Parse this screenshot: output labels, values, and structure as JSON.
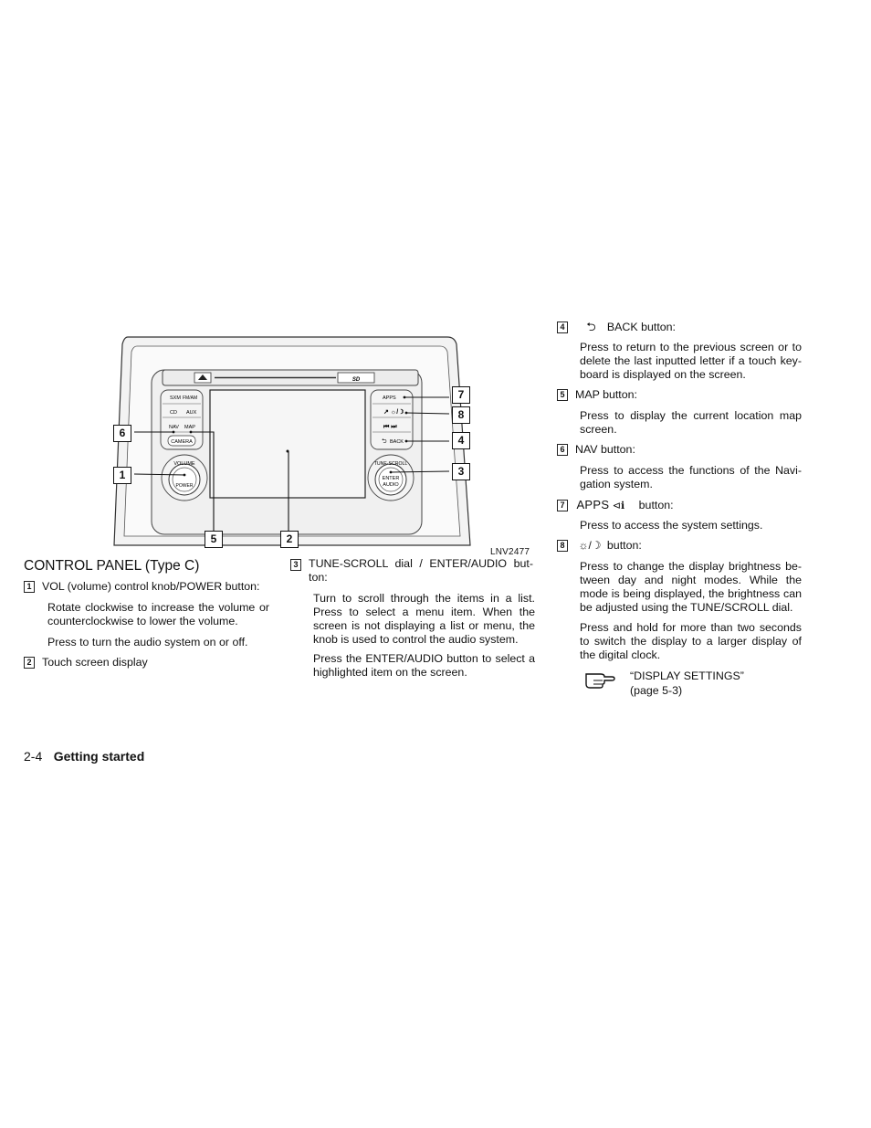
{
  "figure": {
    "code": "LNV2477",
    "callouts": [
      "1",
      "2",
      "3",
      "4",
      "5",
      "6",
      "7",
      "8"
    ],
    "panel_labels": {
      "sxm": "SXM",
      "fmam": "FM/AM",
      "cd": "CD",
      "aux": "AUX",
      "nav": "NAV",
      "map": "MAP",
      "camera": "CAMERA",
      "volume": "VOLUME",
      "power": "POWER",
      "apps": "APPS",
      "back": "BACK",
      "tune_scroll": "TUNE·SCROLL",
      "enter": "ENTER",
      "audio": "AUDIO",
      "sd": "SD"
    }
  },
  "section_title": "CONTROL PANEL (Type C)",
  "items": {
    "i1": {
      "num": "1",
      "head": "VOL (volume) control knob/POWER button:",
      "p1": "Rotate clockwise to increase the volume or counterclockwise to lower the volume.",
      "p2": "Press to turn the audio system on or off."
    },
    "i2": {
      "num": "2",
      "head": "Touch screen display"
    },
    "i3": {
      "num": "3",
      "head": "TUNE-SCROLL dial / ENTER/AUDIO but-ton:",
      "p1": "Turn to scroll through the items in a list. Press to select a menu item. When the screen is not displaying a list or menu, the knob is used to control the audio system.",
      "p2": "Press the ENTER/AUDIO button to select a highlighted item on the screen."
    },
    "i4": {
      "num": "4",
      "head": "BACK button:",
      "p1": "Press to return to the previous screen or to delete the last inputted letter if a touch key-board is displayed on the screen."
    },
    "i5": {
      "num": "5",
      "head": "MAP button:",
      "p1": "Press to display the current location map screen."
    },
    "i6": {
      "num": "6",
      "head": "NAV button:",
      "p1": "Press to access the functions of the Navi-gation system."
    },
    "i7": {
      "num": "7",
      "icon_text": "APPS",
      "head": "button:",
      "p1": "Press to access the system settings."
    },
    "i8": {
      "num": "8",
      "head": "button:",
      "p1": "Press to change the display brightness be-tween day and night modes. While the mode is being displayed, the brightness can be adjusted using the TUNE/SCROLL dial.",
      "p2": "Press and hold for more than two seconds to switch the display to a larger display of the digital clock."
    }
  },
  "reference": {
    "icon": "pointing-hand-icon",
    "line1": "“DISPLAY SETTINGS”",
    "line2": "(page 5-3)"
  },
  "footer": {
    "page": "2-4",
    "title": "Getting started"
  }
}
